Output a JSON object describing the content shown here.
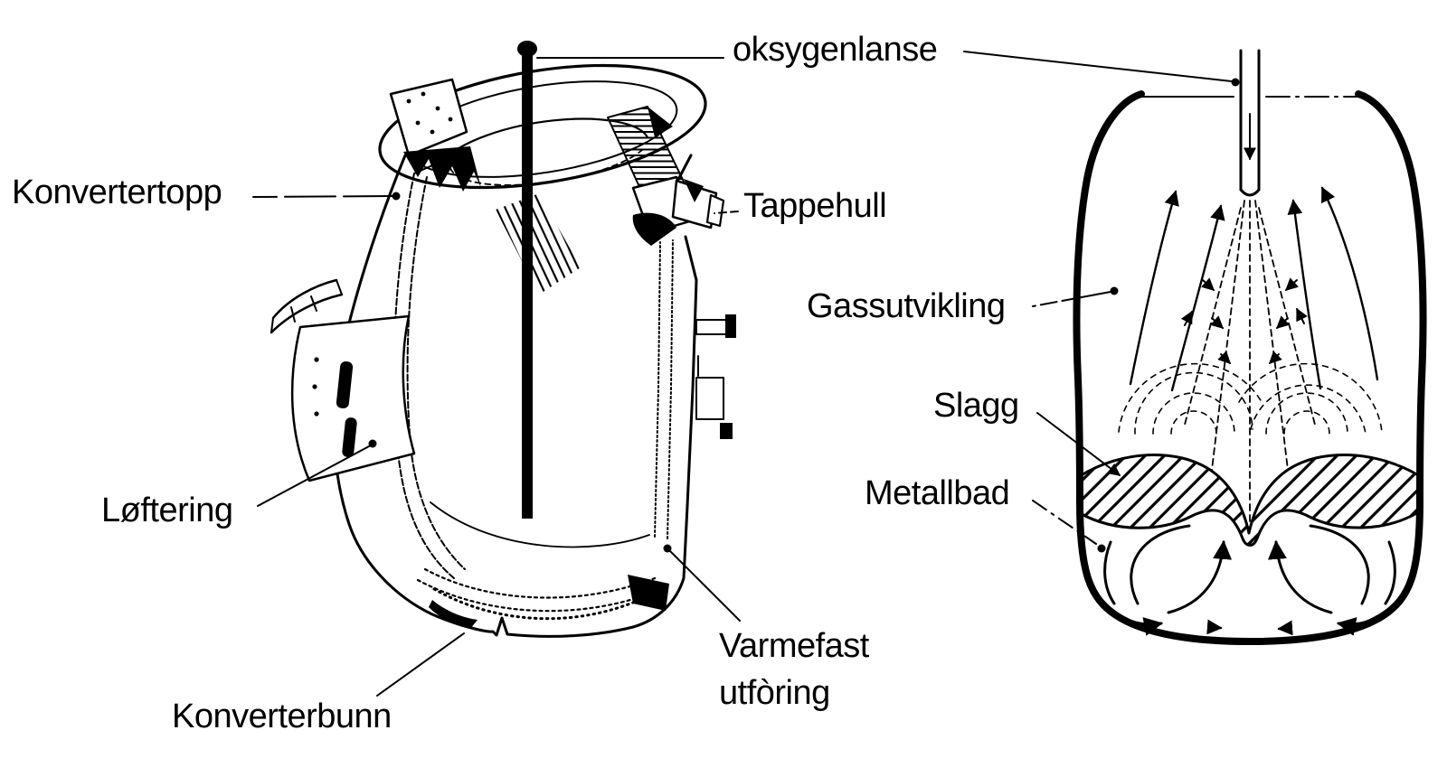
{
  "diagram": {
    "colors": {
      "ink": "#000000",
      "background": "#ffffff"
    },
    "left_figure": {
      "labels": {
        "konvertertopp": "Konvertertopp",
        "oksygenlanse": "oksygenlanse",
        "tappehull": "Tappehull",
        "loftering": "Løftering",
        "konverterbunn": "Konverterbunn",
        "varmefast_line1": "Varmefast",
        "varmefast_line2": "utfòring"
      }
    },
    "right_figure": {
      "labels": {
        "gassutvikling": "Gassutvikling",
        "slagg": "Slagg",
        "metallbad": "Metallbad"
      }
    }
  }
}
